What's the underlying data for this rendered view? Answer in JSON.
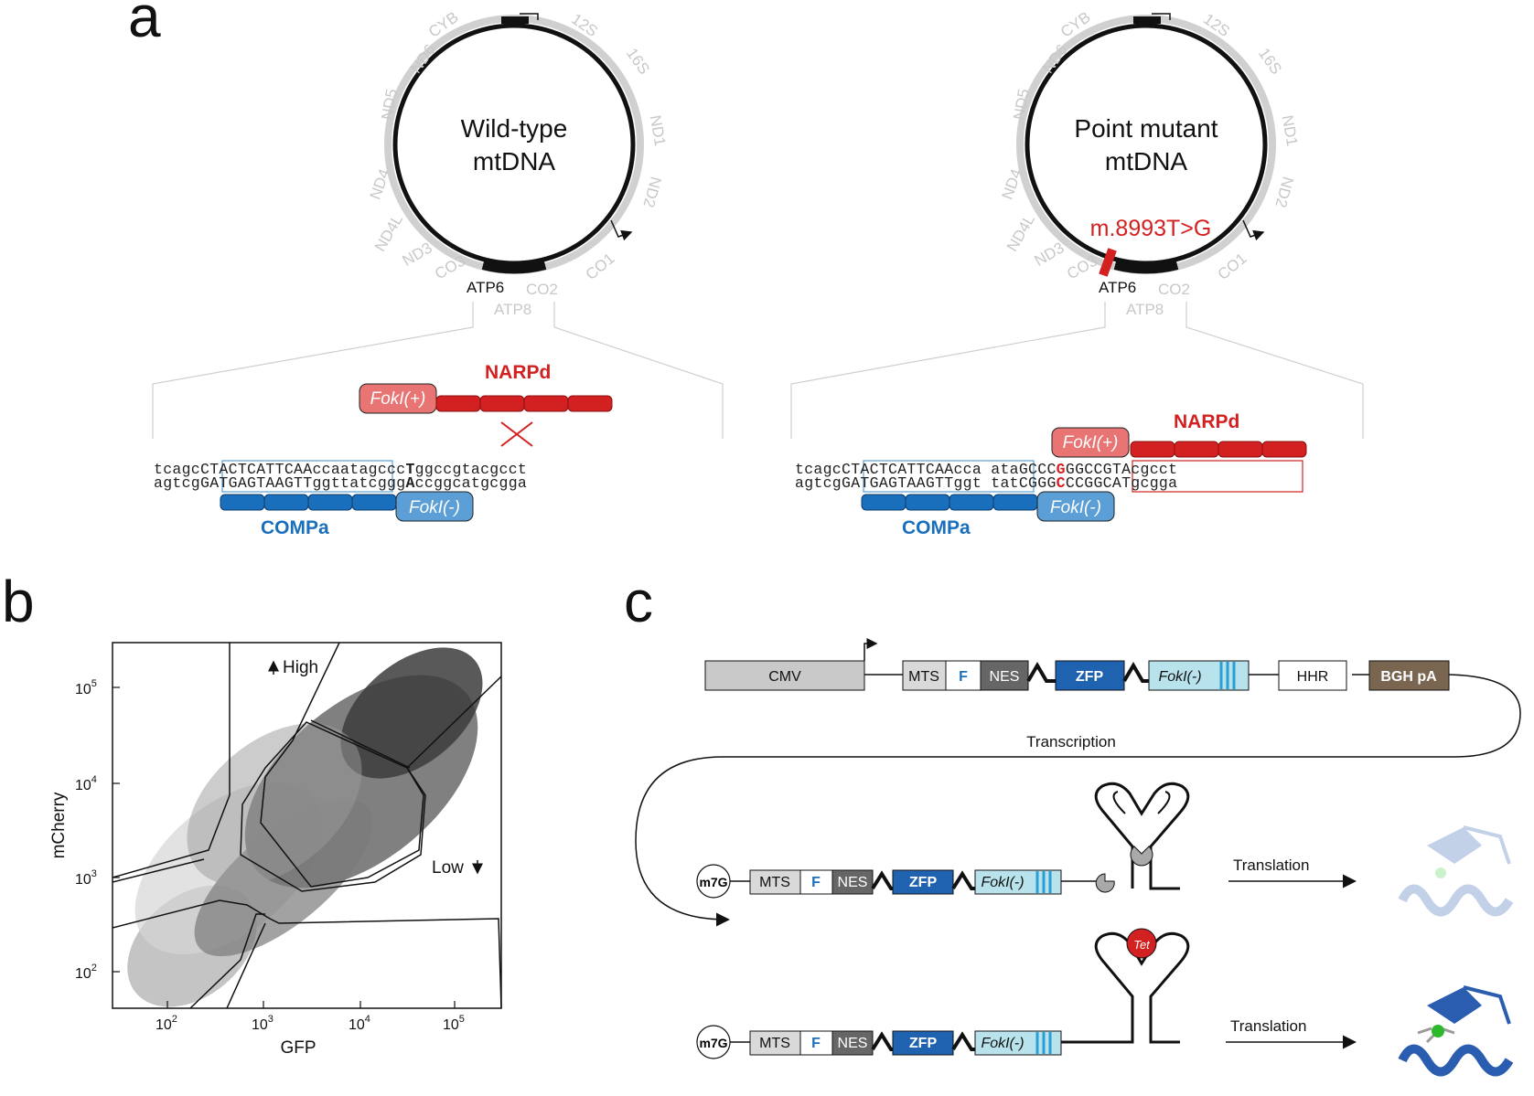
{
  "panels": {
    "a": {
      "letter": "a",
      "wild": {
        "center_line1": "Wild-type",
        "center_line2": "mtDNA",
        "genes": [
          "CYB",
          "12S",
          "16S",
          "ND1",
          "ND2",
          "CO1",
          "CO2",
          "ATP8",
          "ATP6",
          "CO3",
          "ND3",
          "ND4L",
          "ND4",
          "ND5",
          "ND6"
        ],
        "narpd_label": "NARPd",
        "compa_label": "COMPa",
        "fokl_plus": "FokI(+)",
        "fokl_minus": "FokI(-)",
        "top_seq": {
          "pre": "tcagc",
          "box": "CTACTCATTCAA",
          "mid": "ccaatagccc",
          "bold": "T",
          "post": "ggccgtacgcct"
        },
        "bot_seq": {
          "pre": "agtcg",
          "box": "GATGAGTAAGTT",
          "mid": "ggttatcggg",
          "bold": "A",
          "post": "ccggcatgcgga"
        }
      },
      "mutant": {
        "center_line1": "Point mutant",
        "center_line2": "mtDNA",
        "mutation": "m.8993T>G",
        "narpd_label": "NARPd",
        "compa_label": "COMPa",
        "fokl_plus": "FokI(+)",
        "fokl_minus": "FokI(-)",
        "top_seq": {
          "pre": "tcagc",
          "box": "CTACTCATTCAA",
          "mid": "cca ata",
          "box2a": "GCCC",
          "mut": "G",
          "box2b": "GGCCGTA",
          "post": "cgcct"
        },
        "bot_seq": {
          "pre": "agtcg",
          "box": "GATGAGTAAGTT",
          "mid": "ggt tat",
          "box2a": "CGGG",
          "mut": "C",
          "box2b": "CCGGCAT",
          "post": "gcgga"
        }
      }
    },
    "b": {
      "letter": "b",
      "xlabel": "GFP",
      "ylabel": "mCherry",
      "high_label": "High",
      "low_label": "Low",
      "x_ticks": [
        "10",
        "10",
        "10",
        "10"
      ],
      "x_exps": [
        "2",
        "3",
        "4",
        "5"
      ],
      "y_ticks": [
        "10",
        "10",
        "10",
        "10"
      ],
      "y_exps": [
        "2",
        "3",
        "4",
        "5"
      ]
    },
    "c": {
      "letter": "c",
      "row1": {
        "cmv": "CMV",
        "mts": "MTS",
        "f": "F",
        "nes": "NES",
        "zfp": "ZFP",
        "fokl": "FokI(-)",
        "hhr": "HHR",
        "bgh": "BGH pA"
      },
      "transcription": "Transcription",
      "cap": "m7G",
      "row2": {
        "mts": "MTS",
        "f": "F",
        "nes": "NES",
        "zfp": "ZFP",
        "fokl": "FokI(-)",
        "translation": "Translation"
      },
      "row3": {
        "mts": "MTS",
        "f": "F",
        "nes": "NES",
        "zfp": "ZFP",
        "fokl": "FokI(-)",
        "translation": "Translation",
        "tet": "Tet"
      }
    }
  },
  "colors": {
    "red": "#d32020",
    "blue": "#1a6fbd",
    "light_red": "#e87474",
    "light_blue": "#5b9fd6",
    "gray_gene": "#c8c8c8",
    "bgh": "#7a6650",
    "zfp": "#1f63b0",
    "fokl_fill": "#b9e3ec"
  }
}
